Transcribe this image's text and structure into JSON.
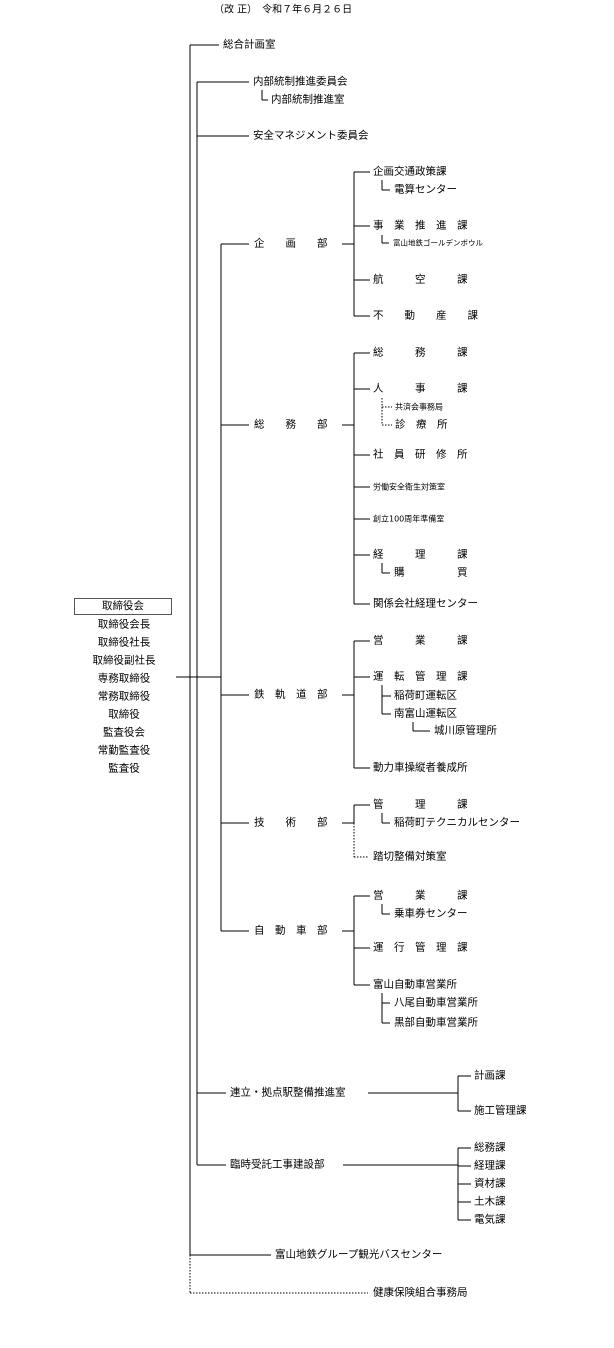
{
  "header": "（改 正）　令和７年６月２６日",
  "board": {
    "boxed": "取締役会",
    "members": [
      "取締役会長",
      "取締役社長",
      "取締役副社長",
      "専務取締役",
      "常務取締役",
      "取締役",
      "監査役会",
      "常勤監査役",
      "監査役"
    ]
  },
  "top_units": {
    "sogo_keikaku": "総合計画室",
    "naibu_iinkai": "内部統制推進委員会",
    "naibu_shitsu": "内部統制推進室",
    "anzen_iinkai": "安全マネジメント委員会"
  },
  "kikaku": {
    "name": "企　　画　　部",
    "kotsu": "企画交通政策課",
    "densan": "電算センター",
    "jigyo": "事　業　推　進　課",
    "bowl": "富山地鉄ゴールデンボウル",
    "koku": "航　　　空　　　課",
    "fudosan": "不　　動　　産　　課"
  },
  "somu": {
    "name": "総　　務　　部",
    "somuka": "総　　　務　　　課",
    "jinji": "人　　　事　　　課",
    "kyosai": "共済会事務局",
    "shinryo": "診　療　所",
    "kenshu": "社　員　研　修　所",
    "rodo": "労働安全衛生対策室",
    "soritsu": "創立100周年準備室",
    "keiri": "経　　　理　　　課",
    "kobai": "購　　　　　買",
    "kankei": "関係会社経理センター"
  },
  "tetsudo": {
    "name": "鉄　軌　道　部",
    "eigyo": "営　　　業　　　課",
    "unten": "運　転　管　理　課",
    "inari": "稲荷町運転区",
    "minami": "南富山運転区",
    "jokawara": "城川原管理所",
    "doryoku": "動力車操縦者養成所"
  },
  "gijutsu": {
    "name": "技　　術　　部",
    "kanri": "管　　　理　　　課",
    "technical": "稲荷町テクニカルセンター",
    "fumikiri": "踏切整備対策室"
  },
  "jidosha": {
    "name": "自　動　車　部",
    "eigyo": "営　　　業　　　課",
    "jokensho": "乗車券センター",
    "unko": "運　行　管　理　課",
    "toyama": "富山自動車営業所",
    "yao": "八尾自動車営業所",
    "kurobe": "黒部自動車営業所"
  },
  "renritsu": {
    "name": "連立・拠点駅整備推進室",
    "keikaku": "計画課",
    "seko": "施工管理課"
  },
  "rinji": {
    "name": "臨時受託工事建設部",
    "somu": "総務課",
    "keiri": "経理課",
    "shizai": "資材課",
    "doboku": "土木課",
    "denki": "電気課"
  },
  "bus_center": "富山地鉄グループ観光バスセンター",
  "kenpo": "健康保険組合事務局"
}
